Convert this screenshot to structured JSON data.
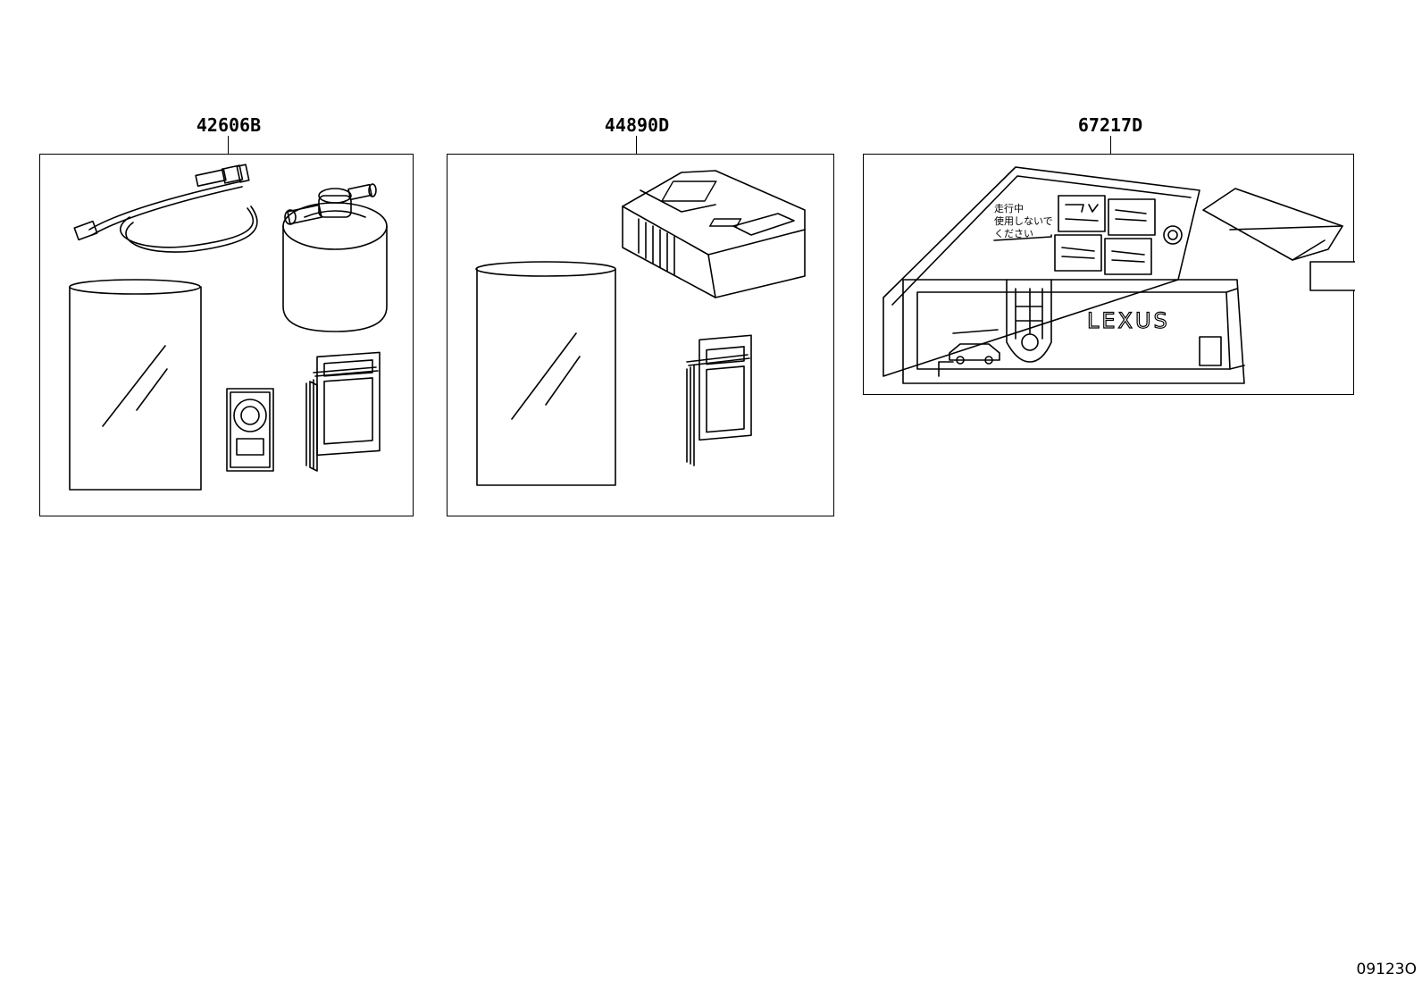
{
  "panels": [
    {
      "part_number": "42606B"
    },
    {
      "part_number": "44890D"
    },
    {
      "part_number": "67217D"
    }
  ],
  "label_text": {
    "warning_lines": [
      "走行中",
      "使用しないで",
      "ください"
    ],
    "brand": "LEXUS"
  },
  "drawing_code": "09123O",
  "colors": {
    "line": "#000000",
    "background": "#ffffff"
  }
}
